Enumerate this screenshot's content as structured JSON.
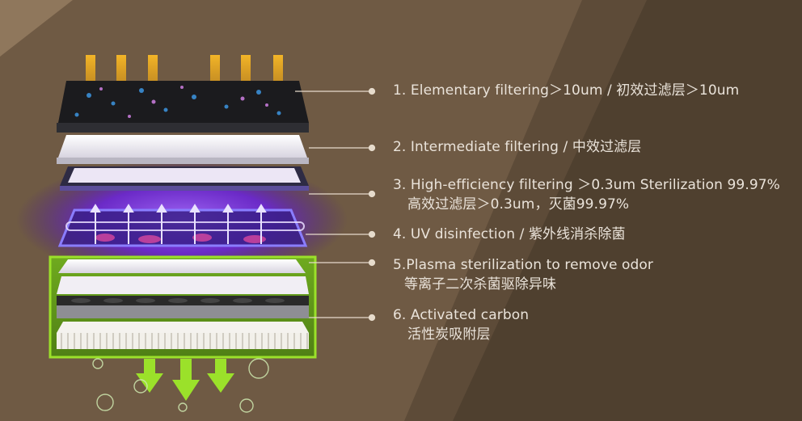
{
  "colors": {
    "background": "#6f5a44",
    "background_shadow": "#4f3f30",
    "background_accent": "#8f775c",
    "leader_line": "#e6dbcc",
    "text": "#eae3da",
    "heat_bar": "#e6a51c",
    "uv_glow": "#7b2cff",
    "uv_frame": "#8a7dff",
    "plasma_frame": "#85cc1f",
    "arrow_green": "#9be12a"
  },
  "layers": [
    {
      "id": "elementary",
      "line1": "1. Elementary filtering＞10um / 初效过滤层＞10um",
      "line2": ""
    },
    {
      "id": "intermediate",
      "line1": "2. Intermediate filtering / 中效过滤层",
      "line2": ""
    },
    {
      "id": "high-efficiency",
      "line1": "3. High-efficiency filtering ＞0.3um Sterilization 99.97%",
      "line2": "高效过滤层＞0.3um，灭菌99.97%"
    },
    {
      "id": "uv",
      "line1": "4. UV disinfection / 紫外线消杀除菌",
      "line2": ""
    },
    {
      "id": "plasma",
      "line1": "5.Plasma sterilization to remove odor",
      "line2": "等离子二次杀菌驱除异味"
    },
    {
      "id": "carbon",
      "line1": "6. Activated carbon",
      "line2": "活性炭吸附层"
    }
  ]
}
